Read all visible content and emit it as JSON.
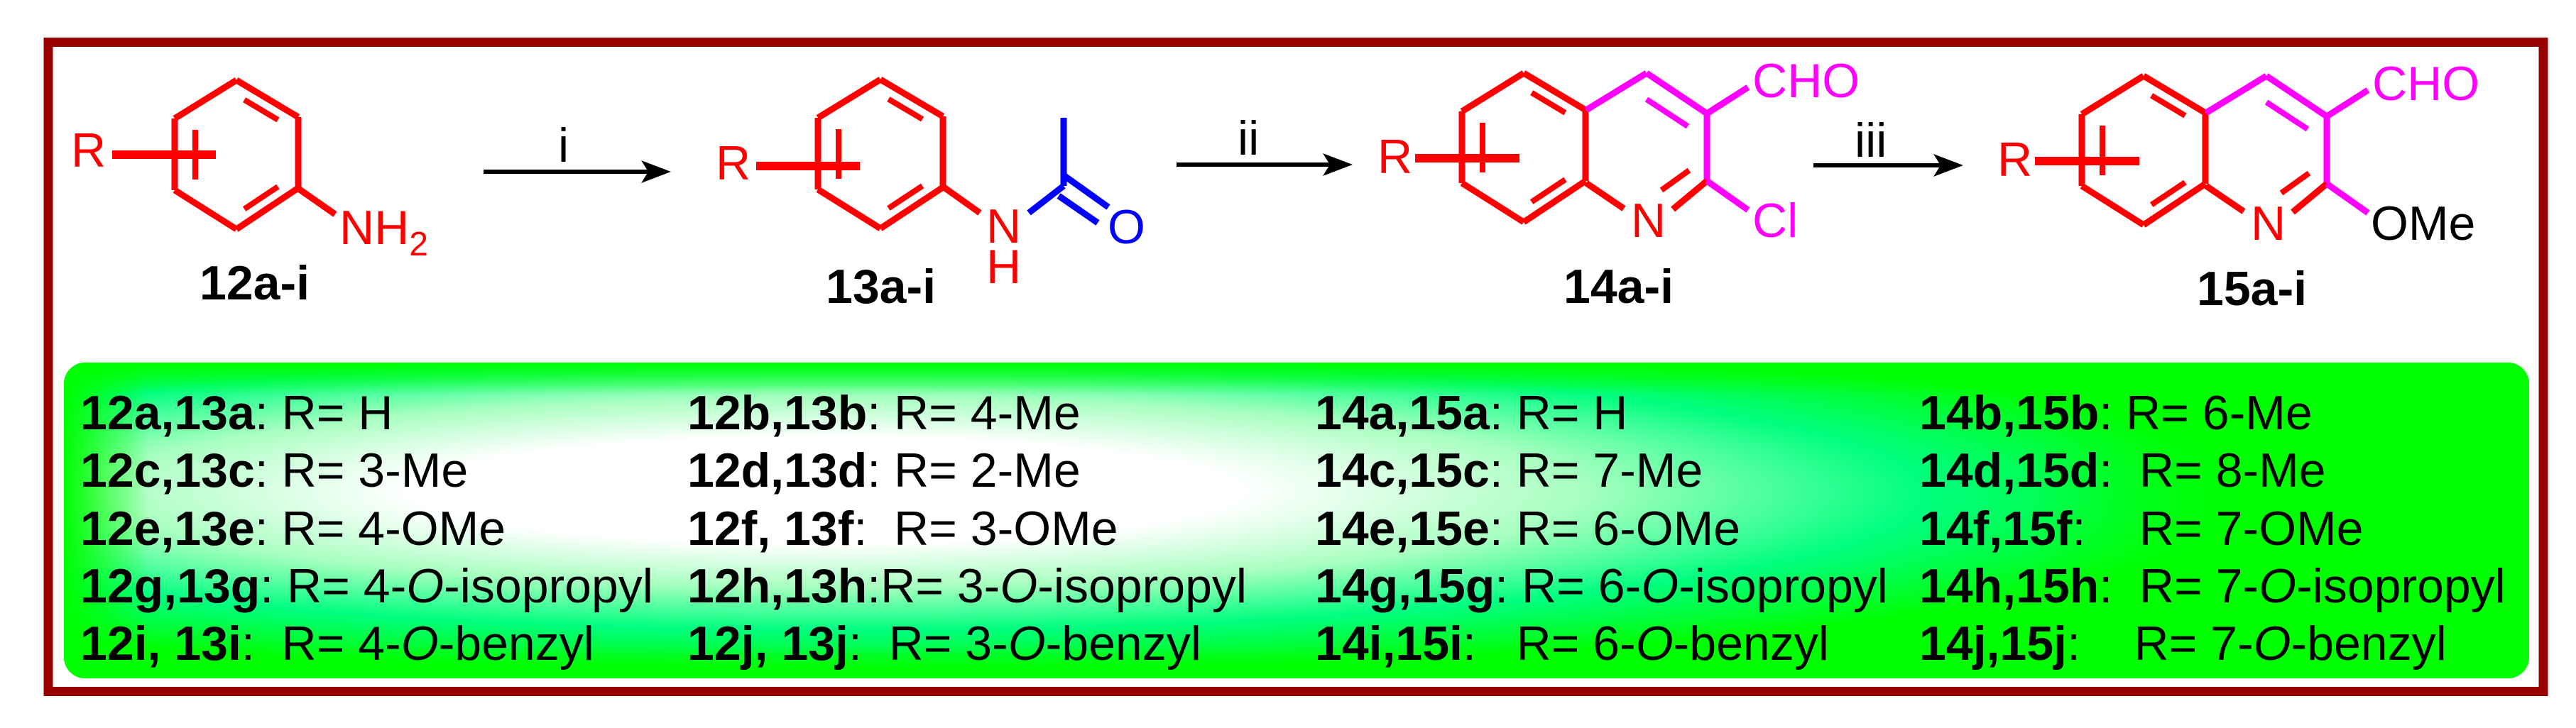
{
  "colors": {
    "frame": "#990000",
    "aromatic_ring": "#ff0000",
    "acetyl_group": "#0000ff",
    "formyl_chloro_group": "#ff00ff",
    "panel_green": "#00ff00",
    "panel_teal": "#00ff80"
  },
  "scheme": {
    "steps": [
      "i",
      "ii",
      "iii"
    ],
    "compound_12": {
      "label": "12a-i",
      "r": "R",
      "amine": "NH",
      "amine_sub": "2"
    },
    "compound_13": {
      "label": "13a-i",
      "r": "R",
      "n": "N",
      "h": "H",
      "o": "O"
    },
    "compound_14": {
      "label": "14a-i",
      "r": "R",
      "n": "N",
      "cho": "CHO",
      "cl": "Cl"
    },
    "compound_15": {
      "label": "15a-i",
      "r": "R",
      "n": "N",
      "cho": "CHO",
      "ome": "OMe"
    }
  },
  "table": {
    "rows": [
      [
        {
          "id": "12a,13a",
          "pre": ": R= H",
          "it": "",
          "post": ""
        },
        {
          "id": "12b,13b",
          "pre": ": R= 4-Me",
          "it": "",
          "post": ""
        },
        {
          "id": "14a,15a",
          "pre": ": R= H",
          "it": "",
          "post": ""
        },
        {
          "id": "14b,15b",
          "pre": ": R= 6-Me",
          "it": "",
          "post": ""
        }
      ],
      [
        {
          "id": "12c,13c",
          "pre": ": R= 3-Me",
          "it": "",
          "post": ""
        },
        {
          "id": "12d,13d",
          "pre": ": R= 2-Me",
          "it": "",
          "post": ""
        },
        {
          "id": "14c,15c",
          "pre": ": R= 7-Me",
          "it": "",
          "post": ""
        },
        {
          "id": "14d,15d",
          "pre": ":  R= 8-Me",
          "it": "",
          "post": ""
        }
      ],
      [
        {
          "id": "12e,13e",
          "pre": ": R= 4-OMe",
          "it": "",
          "post": ""
        },
        {
          "id": "12f, 13f",
          "pre": ":  R= 3-OMe",
          "it": "",
          "post": ""
        },
        {
          "id": "14e,15e",
          "pre": ": R= 6-OMe",
          "it": "",
          "post": ""
        },
        {
          "id": "14f,15f",
          "pre": ":    R= 7-OMe",
          "it": "",
          "post": ""
        }
      ],
      [
        {
          "id": "12g,13g",
          "pre": ": R= 4-",
          "it": "O",
          "post": "-isopropyl"
        },
        {
          "id": "12h,13h",
          "pre": ":R= 3-",
          "it": "O",
          "post": "-isopropyl"
        },
        {
          "id": "14g,15g",
          "pre": ": R= 6-",
          "it": "O",
          "post": "-isopropyl"
        },
        {
          "id": "14h,15h",
          "pre": ":  R= 7-",
          "it": "O",
          "post": "-isopropyl"
        }
      ],
      [
        {
          "id": "12i, 13i",
          "pre": ":  R= 4-",
          "it": "O",
          "post": "-benzyl"
        },
        {
          "id": "12j, 13j",
          "pre": ":  R= 3-",
          "it": "O",
          "post": "-benzyl"
        },
        {
          "id": "14i,15i",
          "pre": ":   R= 6-",
          "it": "O",
          "post": "-benzyl"
        },
        {
          "id": "14j,15j",
          "pre": ":    R= 7-",
          "it": "O",
          "post": "-benzyl"
        }
      ]
    ]
  }
}
